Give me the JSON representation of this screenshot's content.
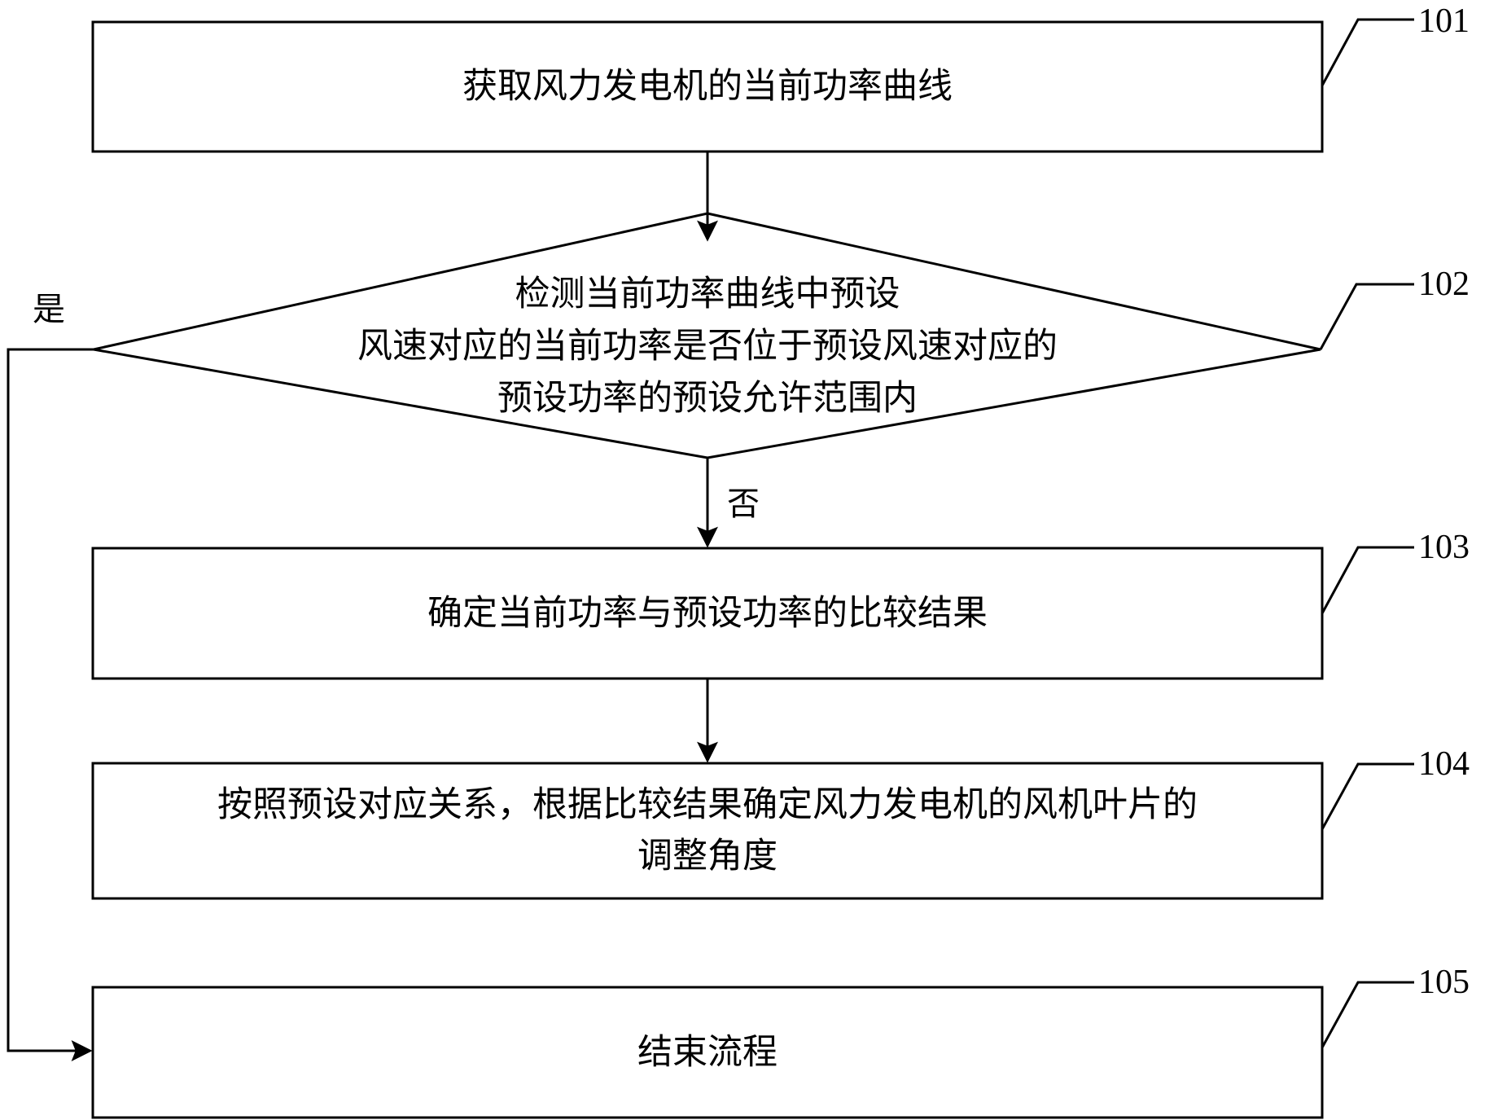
{
  "steps": [
    {
      "id": "101",
      "text": "获取风力发电机的当前功率曲线"
    },
    {
      "id": "102",
      "lines": [
        "检测当前功率曲线中预设",
        "风速对应的当前功率是否位于预设风速对应的",
        "预设功率的预设允许范围内"
      ]
    },
    {
      "id": "103",
      "text": "确定当前功率与预设功率的比较结果"
    },
    {
      "id": "104",
      "lines": [
        "按照预设对应关系，根据比较结果确定风力发电机的风机叶片的",
        "调整角度"
      ]
    },
    {
      "id": "105",
      "text": "结束流程"
    }
  ],
  "branches": {
    "yes": "是",
    "no": "否"
  }
}
